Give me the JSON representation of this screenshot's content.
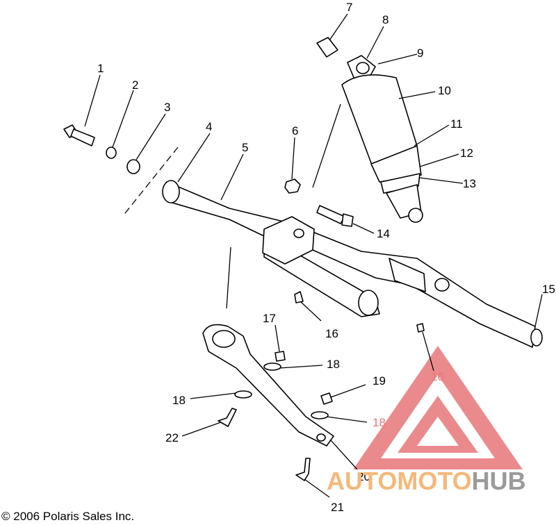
{
  "callouts": [
    {
      "id": "c1",
      "text": "1"
    },
    {
      "id": "c2",
      "text": "2"
    },
    {
      "id": "c3",
      "text": "3"
    },
    {
      "id": "c4",
      "text": "4"
    },
    {
      "id": "c5",
      "text": "5"
    },
    {
      "id": "c6",
      "text": "6"
    },
    {
      "id": "c7",
      "text": "7"
    },
    {
      "id": "c8",
      "text": "8"
    },
    {
      "id": "c9",
      "text": "9"
    },
    {
      "id": "c10",
      "text": "10"
    },
    {
      "id": "c11",
      "text": "11"
    },
    {
      "id": "c12",
      "text": "12"
    },
    {
      "id": "c13",
      "text": "13"
    },
    {
      "id": "c14",
      "text": "14"
    },
    {
      "id": "c15",
      "text": "15"
    },
    {
      "id": "c16a",
      "text": "16"
    },
    {
      "id": "c16b",
      "text": "16"
    },
    {
      "id": "c17",
      "text": "17"
    },
    {
      "id": "c18a",
      "text": "18"
    },
    {
      "id": "c18b",
      "text": "18"
    },
    {
      "id": "c18c",
      "text": "18"
    },
    {
      "id": "c19",
      "text": "19"
    },
    {
      "id": "c20",
      "text": "20"
    },
    {
      "id": "c21",
      "text": "21"
    },
    {
      "id": "c22",
      "text": "22"
    }
  ],
  "copyright": "© 2006 Polaris Sales Inc.",
  "watermark": {
    "part1": "AUTOMOTO",
    "part2": "HUB",
    "colors": {
      "orange": "#f5b87a",
      "red": "#e8767a",
      "gray": "#9a9a9a"
    }
  }
}
